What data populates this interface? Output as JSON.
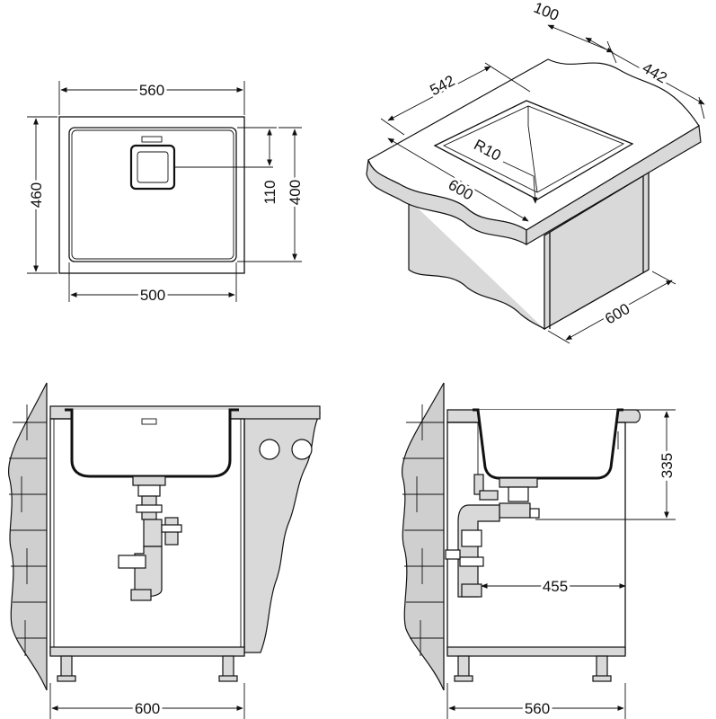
{
  "colors": {
    "line": "#111111",
    "wall": "#cfcfcf",
    "panel": "#d9d9d9",
    "background": "#ffffff"
  },
  "top_view": {
    "width_outer": "560",
    "depth_outer": "460",
    "width_inner": "500",
    "depth_inner": "400",
    "drain_offset": "110"
  },
  "iso_view": {
    "depth_bowl": "542",
    "offset_back": "100",
    "cabinet_depth_top": "442",
    "radius": "R10",
    "width_front": "600",
    "cabinet_depth": "600"
  },
  "front_view": {
    "cabinet_width": "600"
  },
  "side_view": {
    "height": "335",
    "drain_distance": "455",
    "cabinet_width": "560"
  }
}
